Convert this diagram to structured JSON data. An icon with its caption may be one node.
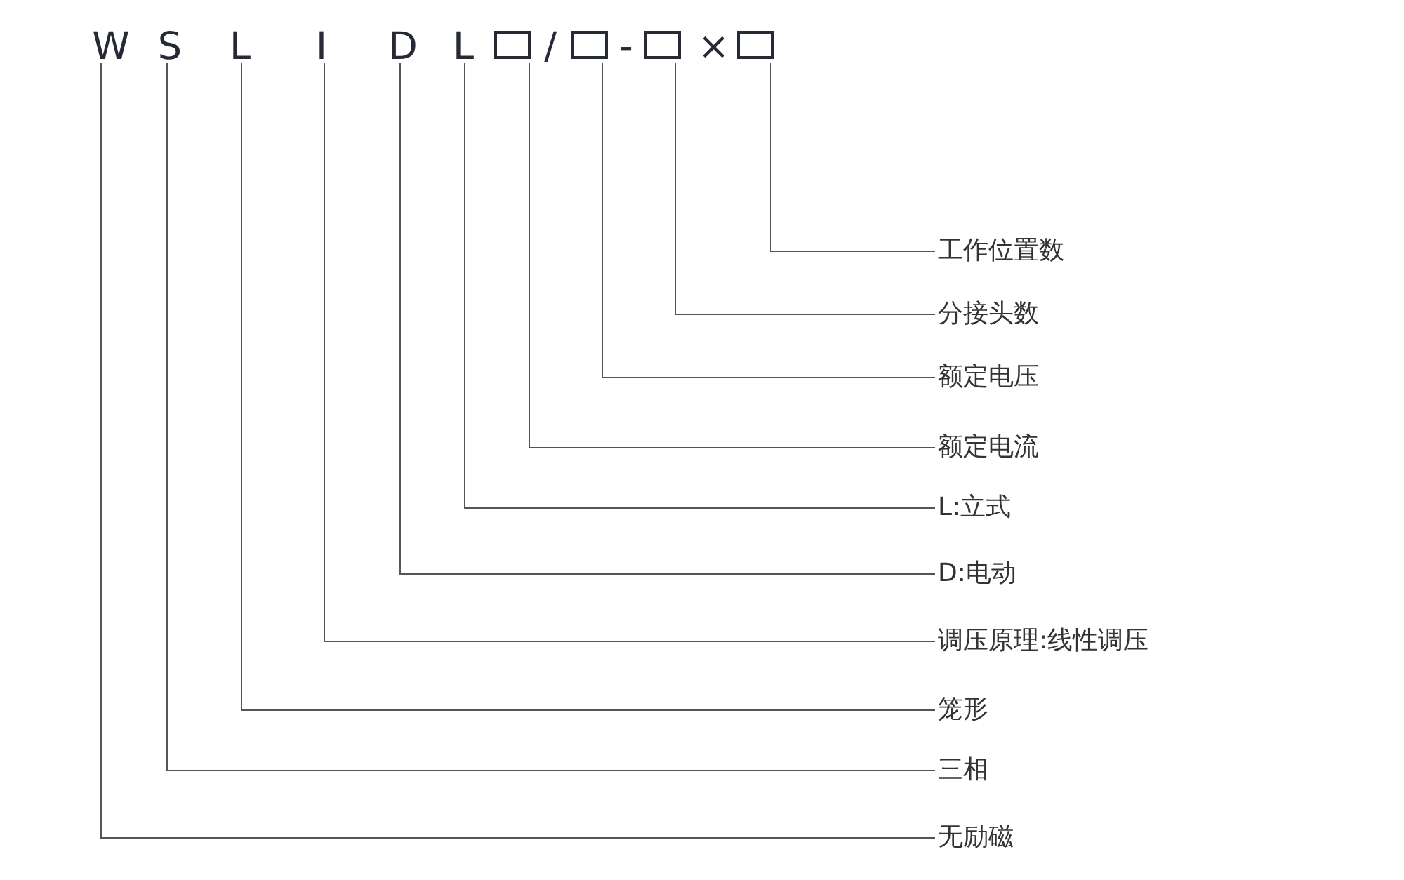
{
  "diagram": {
    "nodes": [
      {
        "text": [
          "W"
        ]
      },
      {
        "text": [
          "S"
        ]
      },
      {
        "text": [
          "L"
        ]
      },
      {
        "text": [
          "I"
        ]
      },
      {
        "text": [
          "D"
        ]
      },
      {
        "text": [
          "L"
        ]
      },
      {
        "text": [],
        "shape": "box"
      },
      {
        "text": [],
        "shape": "box"
      },
      {
        "text": [],
        "shape": "box"
      },
      {
        "text": [],
        "shape": "box"
      },
      {
        "text": [
          "工作位置数"
        ]
      },
      {
        "text": [
          "分接头数"
        ]
      },
      {
        "text": [
          "额定电压"
        ]
      },
      {
        "text": [
          "额定电流"
        ]
      },
      {
        "text": [
          "L:立式"
        ]
      },
      {
        "text": [
          "D:电动"
        ]
      },
      {
        "text": [
          "调压原理:线性调压"
        ]
      },
      {
        "text": [
          "笼形"
        ]
      },
      {
        "text": [
          "三相"
        ]
      },
      {
        "text": [
          "无励磁"
        ]
      }
    ],
    "edges": [
      {
        "from": 10,
        "to": 9,
        "arrow": "none"
      },
      {
        "from": 11,
        "to": 8,
        "arrow": "none"
      },
      {
        "from": 12,
        "to": 7,
        "arrow": "none"
      },
      {
        "from": 13,
        "to": 6,
        "arrow": "none"
      },
      {
        "from": 14,
        "to": 5,
        "arrow": "none"
      },
      {
        "from": 15,
        "to": 4,
        "arrow": "none"
      },
      {
        "from": 16,
        "to": 3,
        "arrow": "none"
      },
      {
        "from": 17,
        "to": 2,
        "arrow": "none"
      },
      {
        "from": 18,
        "to": 1,
        "arrow": "none"
      },
      {
        "from": 19,
        "to": 0,
        "arrow": "none"
      }
    ],
    "labels": [
      "/",
      "-",
      "×"
    ]
  }
}
